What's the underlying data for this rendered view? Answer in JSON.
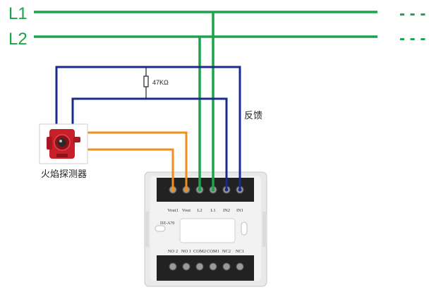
{
  "bus": {
    "l1_label": "L1",
    "l2_label": "L2",
    "continuation": "- - -"
  },
  "resistor_label": "47KΩ",
  "feedback_label": "反馈",
  "detector_label": "火焰探测器",
  "module": {
    "model": "DZ-A70",
    "top_terminals": [
      "Vout1",
      "Vout",
      "L2",
      "L1",
      "IN2",
      "IN1"
    ],
    "bottom_terminals": [
      "NO 2",
      "NO 1",
      "COM2",
      "COM1",
      "NC2",
      "NC1"
    ]
  },
  "colors": {
    "bus": "#1aa34a",
    "signal": "#1b2a8c",
    "power": "#f28c1a"
  }
}
